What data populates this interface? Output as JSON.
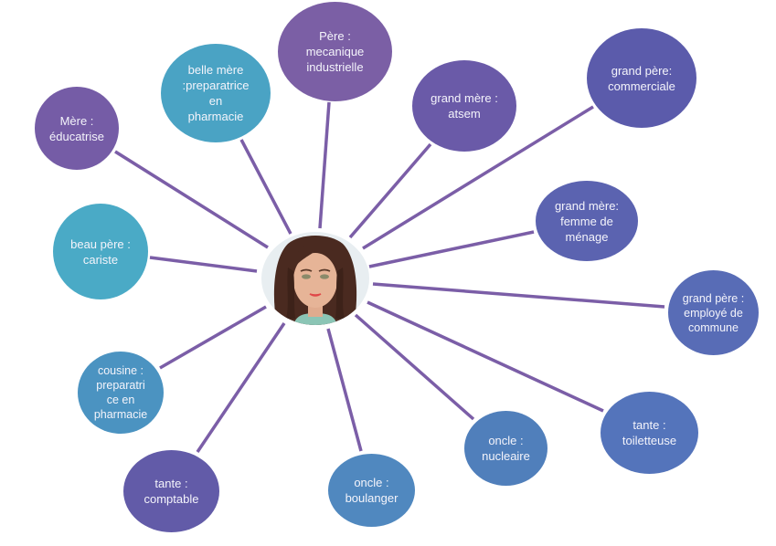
{
  "diagram": {
    "line_color": "#7b5ea7",
    "center": {
      "label": "avatar",
      "description": "portrait of a young woman with long brown hair"
    },
    "nodes": [
      {
        "id": "pere",
        "label": "Père :\nmecanique\nindustrielle",
        "color": "#7b5fa5"
      },
      {
        "id": "belle-mere",
        "label": "belle mère\n:preparatrice\nen\npharmacie",
        "color": "#4aa3c4"
      },
      {
        "id": "mere",
        "label": "Mère :\néducatrise",
        "color": "#755ca6"
      },
      {
        "id": "beau-pere",
        "label": "beau père :\ncariste",
        "color": "#4aaac6"
      },
      {
        "id": "cousine",
        "label": "cousine :\npreparatri\nce en\npharmacie",
        "color": "#4b93c1"
      },
      {
        "id": "tante-comptable",
        "label": "tante :\ncomptable",
        "color": "#625ba8"
      },
      {
        "id": "oncle-boulanger",
        "label": "oncle :\nboulanger",
        "color": "#5088bf"
      },
      {
        "id": "oncle-nucleaire",
        "label": "oncle :\nnucleaire",
        "color": "#507fbb"
      },
      {
        "id": "tante-toiletteuse",
        "label": "tante :\ntoiletteuse",
        "color": "#5474bb"
      },
      {
        "id": "grand-pere-commune",
        "label": "grand père :\nemployé de\ncommune",
        "color": "#586cb6"
      },
      {
        "id": "grand-mere-menage",
        "label": "grand mère:\nfemme de\nménage",
        "color": "#5b63b0"
      },
      {
        "id": "grand-pere-commerciale",
        "label": "grand père:\ncommerciale",
        "color": "#5b5bab"
      },
      {
        "id": "grand-mere-atsem",
        "label": "grand mère :\natsem",
        "color": "#6a5aa8"
      }
    ]
  }
}
